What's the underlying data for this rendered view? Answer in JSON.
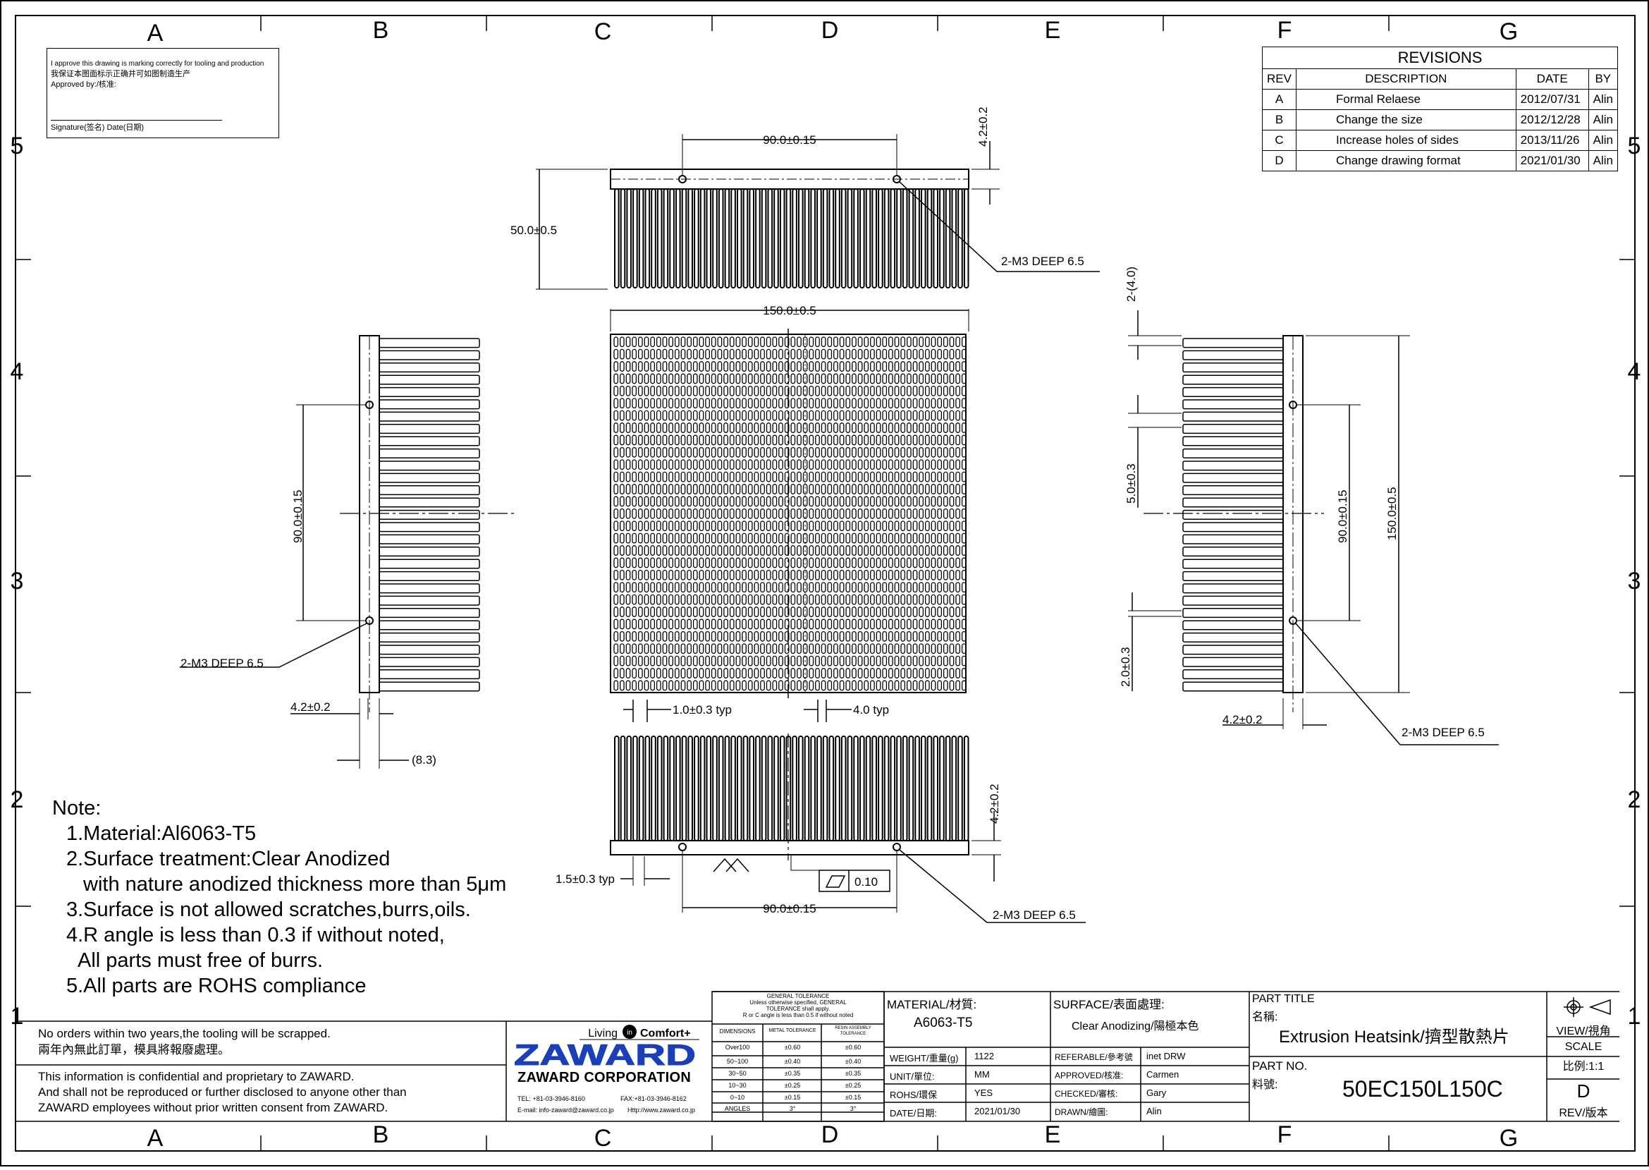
{
  "zones": {
    "columns": [
      "A",
      "B",
      "C",
      "D",
      "E",
      "F",
      "G"
    ],
    "rows": [
      "5",
      "4",
      "3",
      "2",
      "1"
    ]
  },
  "approval": {
    "line1": "I approve this drawing is marking correctly for tooling and production",
    "line2": "我保证本图面标示正确并可如图制造生产",
    "line3": "Approved by:/核准:",
    "signature": "Signature(签名)  Date(日期)"
  },
  "revisions": {
    "title": "REVISIONS",
    "headers": [
      "REV",
      "DESCRIPTION",
      "DATE",
      "BY"
    ],
    "rows": [
      {
        "rev": "A",
        "description": "Formal Relaese",
        "date": "2012/07/31",
        "by": "Alin"
      },
      {
        "rev": "B",
        "description": "Change the size",
        "date": "2012/12/28",
        "by": "Alin"
      },
      {
        "rev": "C",
        "description": "Increase  holes of sides",
        "date": "2013/11/26",
        "by": "Alin"
      },
      {
        "rev": "D",
        "description": "Change drawing format",
        "date": "2021/01/30",
        "by": "Alin"
      }
    ]
  },
  "dimensions": {
    "top_width": "90.0±0.15",
    "top_base_thk": "4.2±0.2",
    "top_height": "50.0±0.5",
    "top_hole": "2-M3 DEEP 6.5",
    "main_width": "150.0±0.5",
    "fin_thk": "1.0±0.3 typ",
    "fin_gap": "4.0 typ",
    "left_span": "90.0±0.15",
    "left_hole": "2-M3 DEEP 6.5",
    "left_base": "4.2±0.2",
    "left_ref": "(8.3)",
    "right_top": "2-(4.0)",
    "right_pitch": "5.0±0.3",
    "right_span": "90.0±0.15",
    "right_total": "150.0±0.5",
    "right_bottom": "2.0±0.3",
    "right_base": "4.2±0.2",
    "right_hole": "2-M3 DEEP 6.5",
    "bottom_base_thk": "4.2±0.2",
    "bottom_tip": "1.5±0.3 typ",
    "bottom_flatness": "0.10",
    "bottom_span": "90.0±0.15",
    "bottom_hole": "2-M3 DEEP 6.5"
  },
  "notes": {
    "title": "Note:",
    "items": [
      "1.Material:Al6063-T5",
      "2.Surface treatment:Clear Anodized",
      "   with nature anodized thickness more than 5μm",
      "3.Surface is not allowed scratches,burrs,oils.",
      "4.R angle is less than 0.3 if without noted,",
      "  All parts must free of burrs.",
      "5.All parts are ROHS compliance"
    ]
  },
  "title_block": {
    "scrap_en": "No orders within two years,the tooling will be scrapped.",
    "scrap_cn": "兩年內無此訂單，模具將報廢處理。",
    "conf1": "This information is confidential and proprietary to ZAWARD.",
    "conf2": "And shall not be reproduced or further disclosed to anyone other than",
    "conf3": "ZAWARD employees without prior written consent from ZAWARD.",
    "slogan_left": "Living",
    "slogan_mid": "in",
    "slogan_right": "Comfort+",
    "logo": "ZAWARD",
    "corp": "ZAWARD CORPORATION",
    "tel": "TEL: +81-03-3946-8160",
    "fax": "FAX:+81-03-3946-8162",
    "email": "E-mail: info-zaward@zaward.co.jp",
    "web": "Http://www.zaward.co.jp",
    "tol_title1": "GENERAL TOLERANCE",
    "tol_title2": "Unless otherwise specified, GENERAL",
    "tol_title3": "TOLERANCE shall apply.",
    "tol_title4": "R or C angle is less than 0.5 if without noted",
    "tol_head": [
      "DIMENSIONS",
      "METAL TOLERANCE",
      "RESIN ASSEMBLY TOLERANCE"
    ],
    "tol_rows": [
      [
        "Over100",
        "±0.60",
        "±0.60"
      ],
      [
        "50~100",
        "±0.40",
        "±0.40"
      ],
      [
        "30~50",
        "±0.35",
        "±0.35"
      ],
      [
        "10~30",
        "±0.25",
        "±0.25"
      ],
      [
        "0~10",
        "±0.15",
        "±0.15"
      ],
      [
        "ANGLES",
        "3°",
        "3°"
      ]
    ],
    "material_label": "MATERIAL/材質:",
    "material_value": "A6063-T5",
    "surface_label": "SURFACE/表面處理:",
    "surface_value": "Clear Anodizing/陽極本色",
    "weight_label": "WEIGHT/重量(g)",
    "weight_value": "1122",
    "unit_label": "UNIT/單位:",
    "unit_value": "MM",
    "rohs_label": "ROHS/環保",
    "rohs_value": "YES",
    "date_label": "DATE/日期:",
    "date_value": "2021/01/30",
    "ref_label": "REFERABLE/參考號",
    "ref_value": "inet DRW",
    "approved_label": "APPROVED/核准:",
    "approved_value": "Carmen",
    "checked_label": "CHECKED/審核:",
    "checked_value": "Gary",
    "drawn_label": "DRAWN/繪圖:",
    "drawn_value": "Alin",
    "part_title_label": "PART TITLE",
    "name_label": "名稱:",
    "part_title": "Extrusion Heatsink/擠型散熱片",
    "part_no_label": "PART NO.",
    "part_no_cn": "料號:",
    "part_no": "50EC150L150C",
    "view_label": "VIEW/視角",
    "scale_label": "SCALE",
    "scale_value": "比例:1:1",
    "rev_value": "D",
    "rev_label": "REV/版本"
  }
}
